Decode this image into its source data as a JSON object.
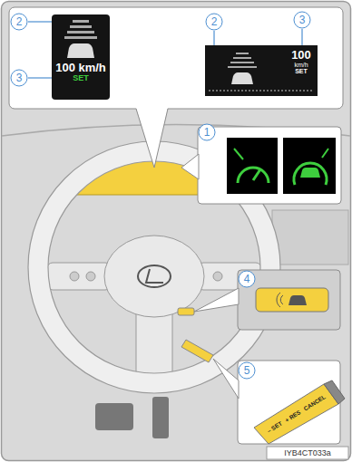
{
  "diagram": {
    "nodes": [
      {
        "text": [
          "100 km/h",
          "SET"
        ]
      },
      {
        "text": [
          "100",
          "km/h",
          "SET"
        ]
      }
    ],
    "labels": [
      "2",
      "3",
      "2",
      "3",
      "1",
      "4",
      "5",
      "CANCEL",
      "+ RES",
      "– SET",
      "IYB4CT033a"
    ]
  }
}
